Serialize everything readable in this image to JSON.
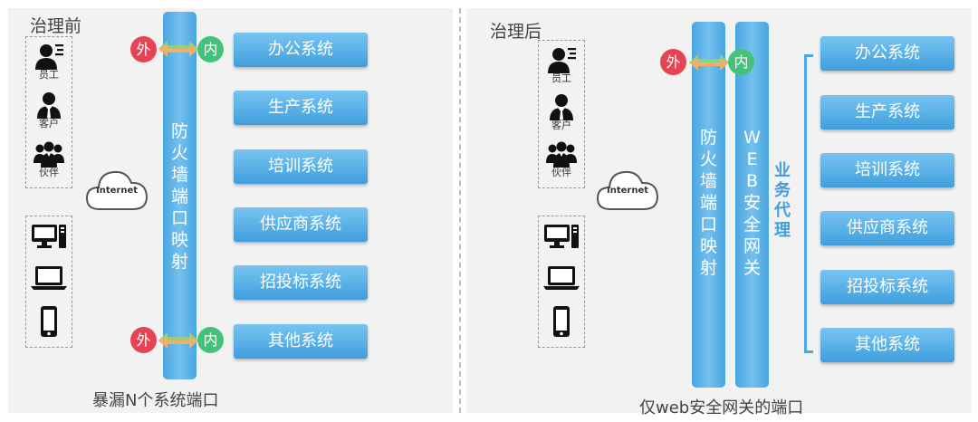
{
  "left": {
    "title": "治理前",
    "caption": "暴漏N个系统端口",
    "actors": [
      "员工",
      "客户",
      "伙伴"
    ],
    "cloud": "Internet",
    "wall": [
      "防",
      "火",
      "墙",
      "端",
      "口",
      "映",
      "射"
    ],
    "port_out": "外",
    "port_in": "内",
    "systems": [
      "办公系统",
      "生产系统",
      "培训系统",
      "供应商系统",
      "招投标系统",
      "其他系统"
    ]
  },
  "right": {
    "title": "治理后",
    "caption": "仅web安全网关的端口",
    "actors": [
      "员工",
      "客户",
      "伙伴"
    ],
    "cloud": "Internet",
    "wall": [
      "防",
      "火",
      "墙",
      "端",
      "口",
      "映",
      "射"
    ],
    "gateway": [
      "W",
      "E",
      "B",
      "安",
      "全",
      "网",
      "关"
    ],
    "proxy_label": [
      "业",
      "务",
      "代",
      "理"
    ],
    "port_out": "外",
    "port_in": "内",
    "systems": [
      "办公系统",
      "生产系统",
      "培训系统",
      "供应商系统",
      "招投标系统",
      "其他系统"
    ]
  },
  "colors": {
    "system_block": "#3f9fdc",
    "port_outer": "#e64452",
    "port_inner": "#45c27a",
    "panel_bg": "#f2f2f2"
  },
  "icons": {
    "actor_icons": [
      "employee-icon",
      "customer-icon",
      "partner-icon"
    ],
    "device_icons": [
      "desktop-icon",
      "laptop-icon",
      "phone-icon"
    ],
    "network_icon": "cloud-icon",
    "flow_icon": "double-arrow-icon"
  }
}
